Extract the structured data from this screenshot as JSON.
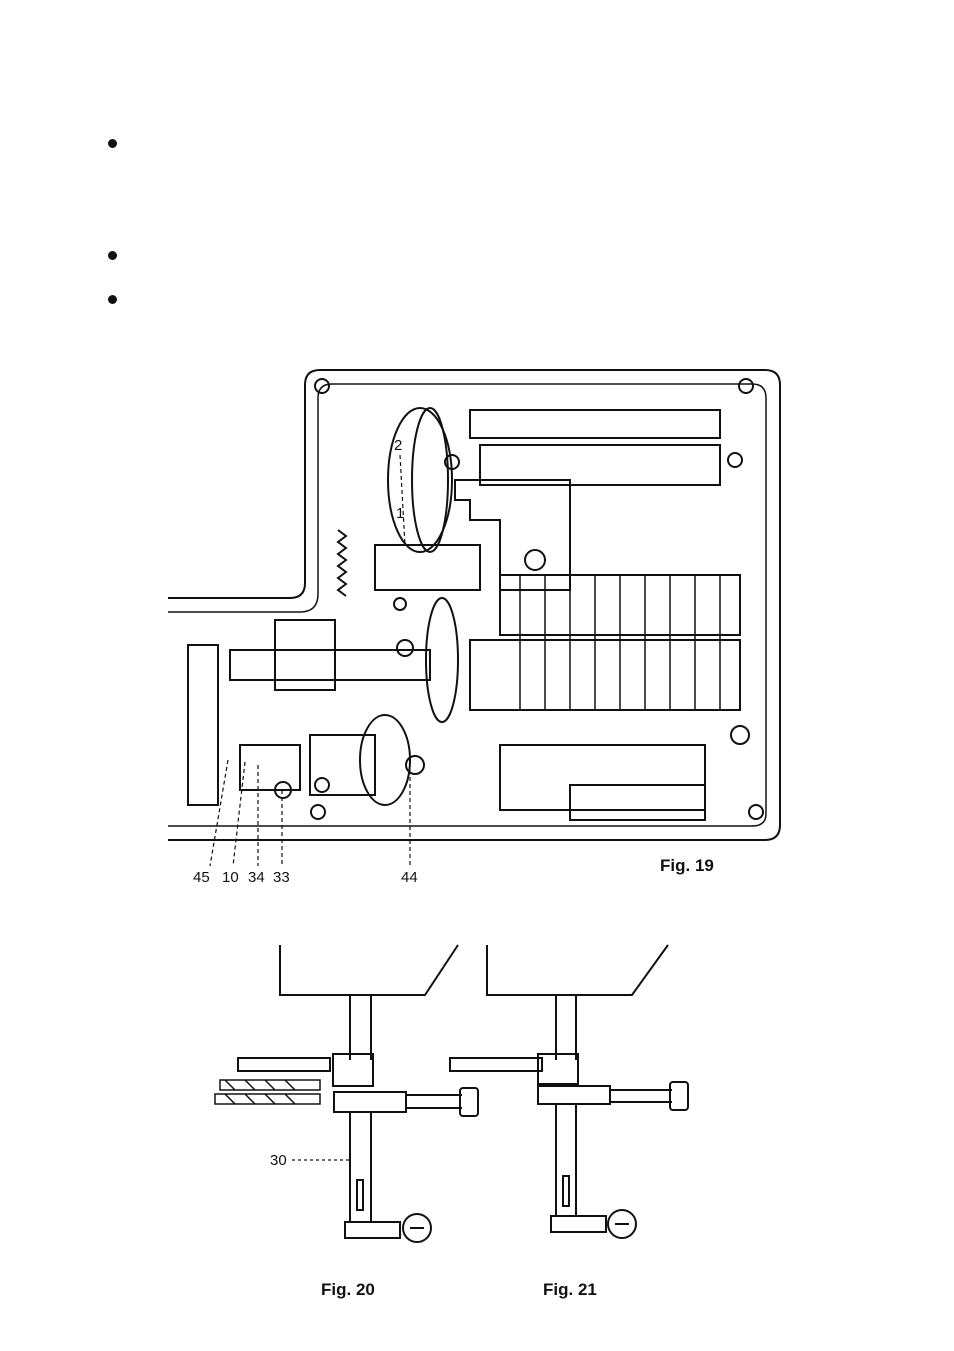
{
  "bullets": [
    "",
    "",
    ""
  ],
  "fig19": {
    "label": "Fig. 19",
    "callouts": [
      "45",
      "10",
      "34",
      "33",
      "44"
    ],
    "scale_marks": [
      "2",
      "1"
    ]
  },
  "fig20": {
    "label": "Fig. 20",
    "callout": "30"
  },
  "fig21": {
    "label": "Fig. 21"
  }
}
